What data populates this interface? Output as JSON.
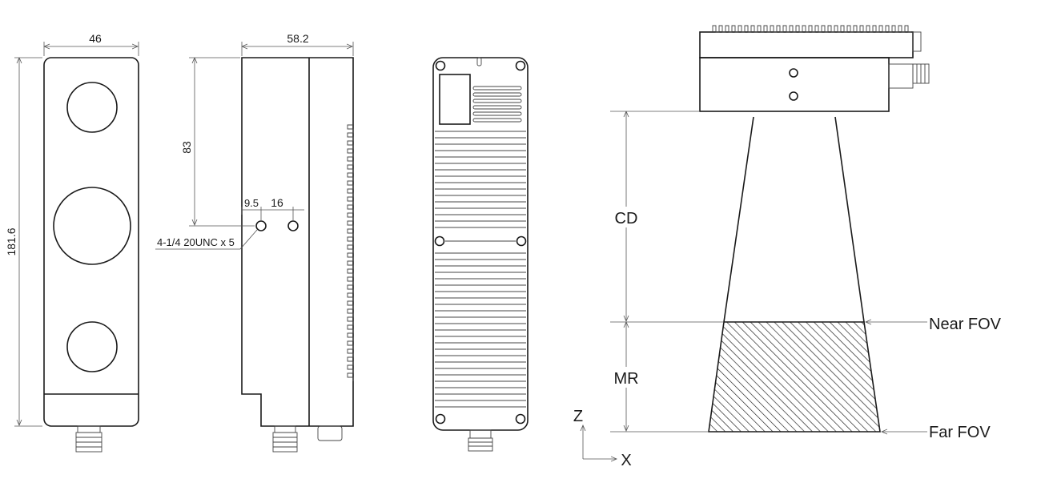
{
  "front_view": {
    "width_label": "46",
    "height_label": "181.6"
  },
  "side_view": {
    "depth_label": "58.2",
    "mount_height_label": "83",
    "hole_offset_label": "9.5",
    "hole_spacing_label": "16",
    "thread_note": "4-1/4 20UNC  x 5"
  },
  "fov_diagram": {
    "cd_label": "CD",
    "mr_label": "MR",
    "near_fov_label": "Near FOV",
    "far_fov_label": "Far FOV",
    "z_axis_label": "Z",
    "x_axis_label": "X"
  },
  "colors": {
    "line": "#1a1a1a",
    "hatch": "#1a1a1a",
    "background": "#ffffff"
  }
}
